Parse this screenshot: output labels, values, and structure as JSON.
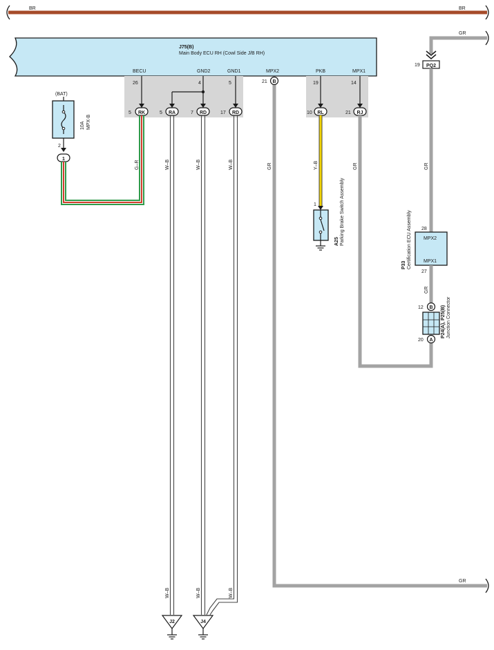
{
  "bus_br": {
    "label_left": "BR",
    "label_right": "BR",
    "color": "#a64b2a"
  },
  "wire_colors": {
    "gr": "#a3a3a3",
    "yb": "#f2d400",
    "green": "#2f9a4a",
    "red": "#d23c2c",
    "wb_outline": "#444444"
  },
  "ecu": {
    "code": "J75(B)",
    "name": "Main Body ECU RH (Cowl Side J/B RH)",
    "fill": "#c6e8f5",
    "pins": {
      "becu": {
        "label": "BECU",
        "num": "26"
      },
      "gnd2": {
        "label": "GND2",
        "num": "4"
      },
      "gnd1": {
        "label": "GND1",
        "num": "5"
      },
      "mpx2": {
        "label": "MPX2",
        "num": "21",
        "conn": "B"
      },
      "pkb": {
        "label": "PKB",
        "num": "19"
      },
      "mpx1": {
        "label": "MPX1",
        "num": "14"
      }
    }
  },
  "junctions": {
    "rk": {
      "num": "5",
      "code": "RK"
    },
    "ra": {
      "num": "5",
      "code": "RA"
    },
    "rd7": {
      "num": "7",
      "code": "RD"
    },
    "rd17": {
      "num": "17",
      "code": "RD"
    },
    "rl": {
      "num": "10",
      "code": "RL"
    },
    "rj": {
      "num": "21",
      "code": "RJ"
    },
    "pq2": {
      "num": "19",
      "code": "PQ2"
    }
  },
  "fuse": {
    "source": "(BAT)",
    "rating": "10A",
    "name": "MPX-B",
    "pin": "2",
    "conn": "1"
  },
  "wire_labels": {
    "gr_fuse": "G–R",
    "wb_ra": "W–B",
    "wb_rd7": "W–B",
    "wb_rd17": "W–B",
    "gr_mpx2": "GR",
    "yb_pkb": "Y–B",
    "gr_mpx1": "GR",
    "gr_top": "GR",
    "gr_p33_top": "GR",
    "gr_p33_bottom": "GR",
    "gr_bottom": "GR",
    "wb_bottom_1": "W–B",
    "wb_bottom_2": "W–B",
    "wb_bottom_3": "W–B"
  },
  "parking_brake": {
    "code": "A25",
    "name": "Parking Brake Switch Assembly",
    "pin": "1"
  },
  "cert_ecu": {
    "code": "P33",
    "name": "Certification ECU Assembly",
    "pin_top": "28",
    "pin_bottom": "27",
    "label_top": "MPX2",
    "label_bottom": "MPX1"
  },
  "junction_connector": {
    "code": "P24(A), P25(B)",
    "name": "Junction Connector",
    "pin_top": "12",
    "conn_top": "B",
    "pin_bottom": "20",
    "conn_bottom": "A"
  },
  "grounds": {
    "j2": "J2",
    "j4": "J4"
  }
}
